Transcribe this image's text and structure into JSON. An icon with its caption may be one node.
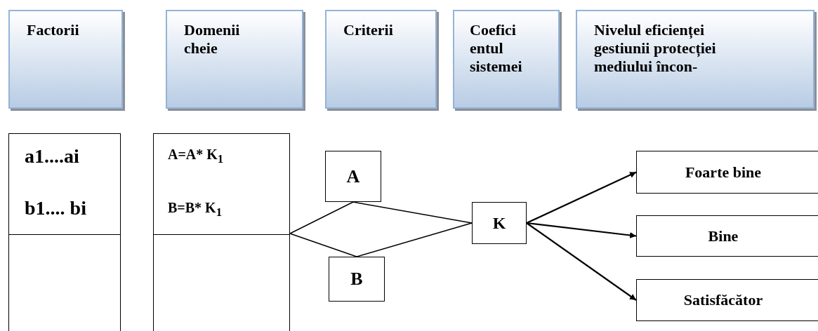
{
  "diagram": {
    "nodes": [
      {
        "text": [
          "Factorii"
        ]
      },
      {
        "text": [
          "Domenii cheie"
        ]
      },
      {
        "text": [
          "Criterii"
        ]
      },
      {
        "text": [
          "Coefici entul sistemei"
        ]
      },
      {
        "text": [
          "Nivelul eficienței gestiunii protecției mediului încon-"
        ]
      },
      {
        "text": [
          "a1....ai",
          "b1.... bi"
        ]
      },
      {
        "text": [
          "A=A* K$_{1}$",
          "B=B* K$_{1}$"
        ]
      },
      {
        "text": [
          "A"
        ]
      },
      {
        "text": [
          "B"
        ]
      },
      {
        "text": [
          "K"
        ]
      },
      {
        "text": [
          "Foarte bine"
        ]
      },
      {
        "text": [
          "Bine"
        ]
      },
      {
        "text": [
          "Satisfăcător"
        ]
      }
    ],
    "edges": [
      {
        "from": 6,
        "to": 7,
        "arrow": "none"
      },
      {
        "from": 6,
        "to": 8,
        "arrow": "none"
      },
      {
        "from": 7,
        "to": 9,
        "arrow": "none"
      },
      {
        "from": 8,
        "to": 9,
        "arrow": "none"
      },
      {
        "from": 9,
        "to": 10,
        "arrow": "to"
      },
      {
        "from": 9,
        "to": 11,
        "arrow": "to"
      },
      {
        "from": 9,
        "to": 12,
        "arrow": "to"
      }
    ]
  }
}
